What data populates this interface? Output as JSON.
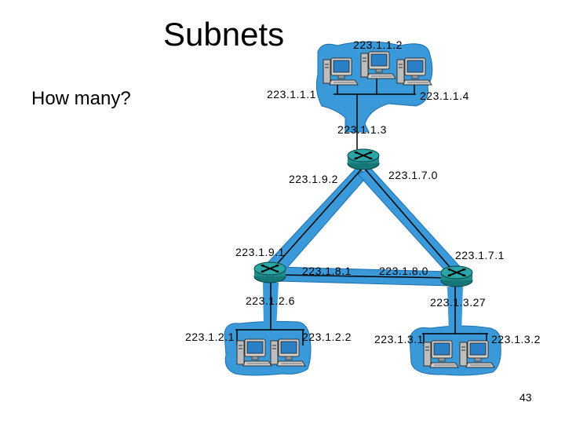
{
  "title": "Subnets",
  "question": "How many?",
  "page_number": "43",
  "colors": {
    "subnet_fill": "#3a9ad9",
    "router_body": "#1e8a8a",
    "computer_body": "#cccccc",
    "screen": "#2b7fc4"
  },
  "routers": [
    {
      "id": "router-top",
      "label": "223.1.1.3"
    },
    {
      "id": "router-left",
      "label": ""
    },
    {
      "id": "router-right",
      "label": ""
    }
  ],
  "labels": {
    "top_host_1": "223.1.1.1",
    "top_host_2": "223.1.1.2",
    "top_host_4": "223.1.1.4",
    "top_router": "223.1.1.3",
    "link_left_upper": "223.1.9.2",
    "link_right_upper": "223.1.7.0",
    "link_left_lower": "223.1.9.1",
    "link_right_lower": "223.1.7.1",
    "link_bottom_left": "223.1.8.1",
    "link_bottom_right": "223.1.8.0",
    "left_router_lan": "223.1.2.6",
    "left_host_1": "223.1.2.1",
    "left_host_2": "223.1.2.2",
    "right_router_lan": "223.1.3.27",
    "right_host_1": "223.1.3.1",
    "right_host_2": "223.1.3.2"
  }
}
